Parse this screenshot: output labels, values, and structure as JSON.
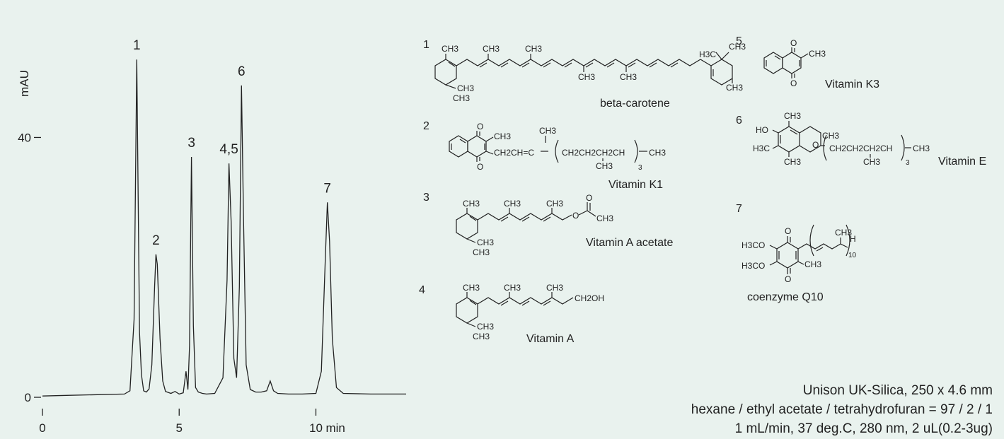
{
  "chart_data": {
    "type": "line",
    "title": "",
    "xlabel": "min",
    "ylabel": "mAU",
    "xlim": [
      0,
      13.3
    ],
    "ylim": [
      0,
      53
    ],
    "xticks": [
      0,
      5,
      10
    ],
    "yticks": [
      0,
      40
    ],
    "grid": false,
    "x": [
      0,
      1,
      2,
      3,
      3.2,
      3.35,
      3.45,
      3.55,
      3.62,
      3.7,
      3.8,
      3.9,
      4.0,
      4.1,
      4.15,
      4.2,
      4.3,
      4.4,
      4.5,
      4.7,
      4.85,
      5.0,
      5.15,
      5.25,
      5.32,
      5.38,
      5.45,
      5.52,
      5.6,
      5.7,
      5.85,
      6.0,
      6.3,
      6.6,
      6.75,
      6.82,
      6.9,
      7.0,
      7.1,
      7.2,
      7.28,
      7.35,
      7.45,
      7.6,
      7.8,
      8.0,
      8.2,
      8.33,
      8.45,
      8.6,
      9.0,
      9.5,
      10.0,
      10.2,
      10.35,
      10.42,
      10.5,
      10.6,
      10.75,
      11.0,
      12.0,
      13.3
    ],
    "series": [
      {
        "values": [
          0.2,
          0.3,
          0.4,
          0.5,
          1.0,
          12.0,
          52.0,
          10.0,
          3.5,
          1.0,
          0.8,
          1.3,
          5.0,
          17.0,
          22.0,
          20.5,
          9.0,
          2.5,
          0.9,
          0.6,
          0.9,
          0.5,
          0.7,
          4.0,
          1.2,
          8.0,
          37.0,
          11.0,
          1.5,
          0.8,
          0.6,
          0.5,
          0.6,
          3.0,
          18.0,
          36.0,
          27.0,
          6.0,
          3.0,
          17.0,
          48.0,
          28.0,
          5.0,
          1.2,
          0.8,
          0.8,
          1.0,
          2.5,
          1.0,
          0.6,
          0.5,
          0.5,
          0.6,
          4.0,
          22.0,
          30.0,
          24.0,
          9.0,
          1.5,
          0.6,
          0.5,
          0.5
        ]
      }
    ],
    "peak_labels": [
      {
        "label": "1",
        "x": 3.45,
        "y": 52.0
      },
      {
        "label": "2",
        "x": 4.15,
        "y": 22.0
      },
      {
        "label": "3",
        "x": 5.45,
        "y": 37.0
      },
      {
        "label": "4,5",
        "x": 6.82,
        "y": 36.0
      },
      {
        "label": "6",
        "x": 7.28,
        "y": 48.0
      },
      {
        "label": "7",
        "x": 10.42,
        "y": 30.0
      }
    ],
    "line_color": "#222222"
  },
  "compounds": [
    {
      "num": "1",
      "name": "beta-carotene"
    },
    {
      "num": "2",
      "name": "Vitamin K1"
    },
    {
      "num": "3",
      "name": "Vitamin A acetate"
    },
    {
      "num": "4",
      "name": "Vitamin A"
    },
    {
      "num": "5",
      "name": "Vitamin K3"
    },
    {
      "num": "6",
      "name": "Vitamin E"
    },
    {
      "num": "7",
      "name": "coenzyme Q10"
    }
  ],
  "struct_labels": {
    "ch3": "CH3",
    "h3c": "H3C",
    "o": "O",
    "ho": "HO",
    "h": "H",
    "h3co": "H3CO",
    "ch2oh": "CH2OH",
    "k1_chain": "CH2CH=C",
    "k1_repeat": "CH2CH2CH2CH",
    "e_repeat": "CH2CH2CH2CH",
    "sub3": "3",
    "sub10": "10"
  },
  "conditions": {
    "column": "Unison UK-Silica, 250 x 4.6 mm",
    "mobile_phase": "hexane / ethyl acetate / tetrahydrofuran = 97 / 2 / 1",
    "params": "1 mL/min, 37 deg.C, 280 nm, 2 uL(0.2-3ug)"
  },
  "colors": {
    "background": "#e9f2ee",
    "ink": "#222222"
  }
}
